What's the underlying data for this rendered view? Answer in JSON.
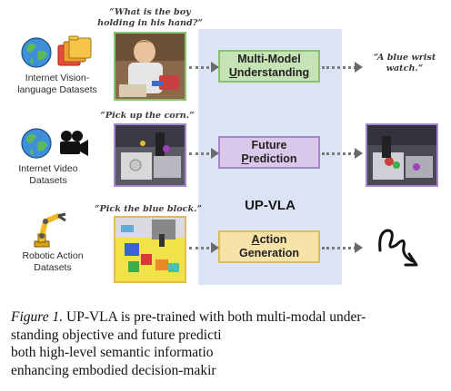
{
  "sources": [
    {
      "label": "Internet Vision-\nlanguage Datasets",
      "icons": [
        "globe-icon",
        "folders-icon"
      ]
    },
    {
      "label": "Internet Video\nDatasets",
      "icons": [
        "globe-icon",
        "video-camera-icon"
      ]
    },
    {
      "label": "Robotic Action\nDatasets",
      "icons": [
        "robot-arm-icon"
      ]
    }
  ],
  "quotes": {
    "vl": "“What is the boy\nholding in his hand?”",
    "video": "“Pick up the corn.”",
    "robot": "“Pick the blue block.”",
    "answer": "“A blue wrist\nwatch.”"
  },
  "panel": {
    "title": "UP-VLA",
    "stages": [
      {
        "line1": "Multi-Model",
        "line2": "Understanding",
        "underline_letter_index": 0
      },
      {
        "line1": "Future",
        "line2": "Prediction"
      },
      {
        "line1": "Action",
        "line2": "Generation"
      }
    ]
  },
  "caption": {
    "label": "Figure 1.",
    "lines": [
      " UP-VLA is pre-trained with both multi-modal under-",
      "standing objective and future predicti",
      "both high-level semantic informatio",
      "enhancing embodied decision-makir"
    ]
  },
  "colors": {
    "panel": "#dbe3f4",
    "understanding": "#c5e3b4",
    "prediction": "#d8c8ea",
    "action": "#f7e2a8"
  }
}
